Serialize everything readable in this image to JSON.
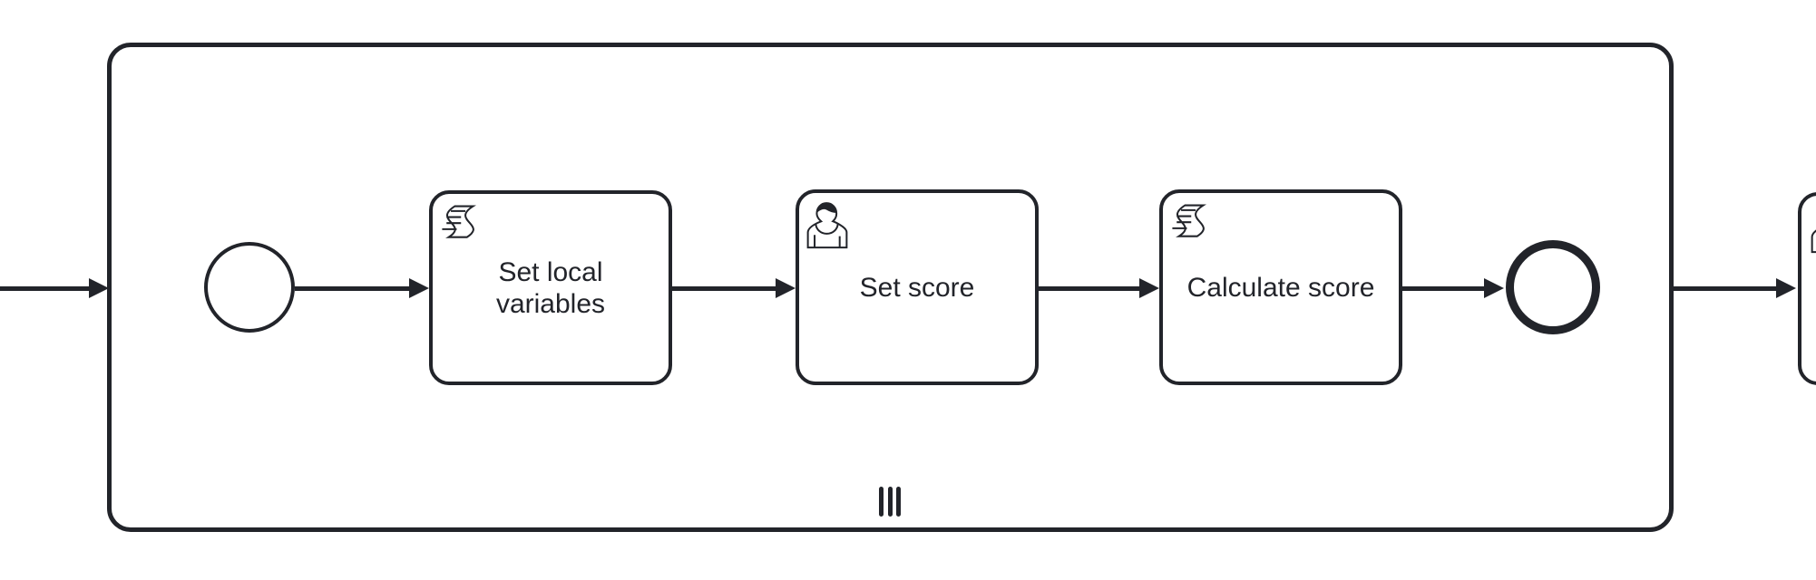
{
  "canvas": {
    "background": "#ffffff",
    "stroke_color": "#22242a"
  },
  "diagram": {
    "kind": "bpmn-process",
    "subprocess": {
      "type": "expanded-subprocess",
      "marker": "parallel-multi-instance-marker",
      "start_event": {
        "shape": "thin-circle-start-event"
      },
      "tasks": [
        {
          "label": "Set local\nvariables",
          "task_type": "script-task",
          "icon": "script-icon"
        },
        {
          "label": "Set score",
          "task_type": "user-task",
          "icon": "user-icon"
        },
        {
          "label": "Calculate score",
          "task_type": "script-task",
          "icon": "script-icon"
        }
      ],
      "end_event": {
        "shape": "thick-circle-end-event"
      }
    },
    "next_element": {
      "task_type": "user-task",
      "icon": "user-icon",
      "partially_visible": true
    },
    "flows": [
      {
        "name": "flow-into-subprocess"
      },
      {
        "name": "flow-start-to-set-local-variables"
      },
      {
        "name": "flow-set-local-variables-to-set-score"
      },
      {
        "name": "flow-set-score-to-calculate-score"
      },
      {
        "name": "flow-calculate-score-to-end"
      },
      {
        "name": "flow-subprocess-to-next"
      }
    ]
  }
}
